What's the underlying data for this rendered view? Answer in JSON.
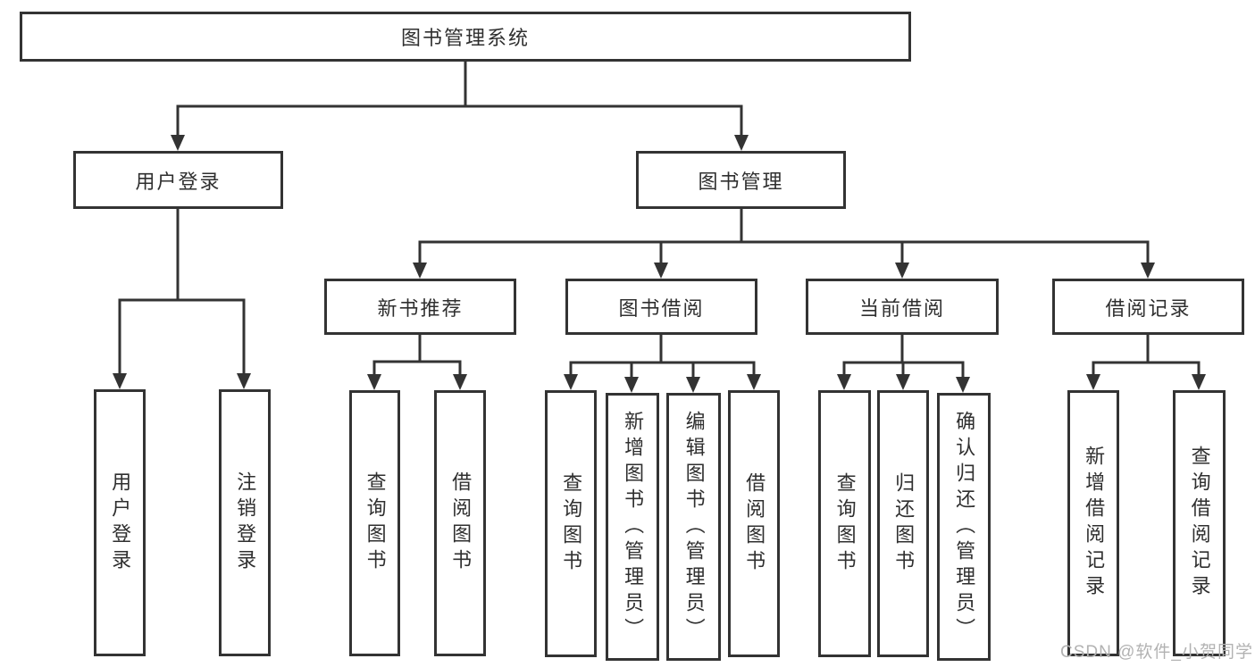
{
  "tree": {
    "root": "图书管理系统",
    "login": {
      "label": "用户登录",
      "children": [
        "用户登录",
        "注销登录"
      ]
    },
    "management": {
      "label": "图书管理",
      "modules": [
        {
          "label": "新书推荐",
          "children": [
            "查询图书",
            "借阅图书"
          ]
        },
        {
          "label": "图书借阅",
          "children": [
            "查询图书",
            "新增图书（管理员）",
            "编辑图书（管理员）",
            "借阅图书"
          ]
        },
        {
          "label": "当前借阅",
          "children": [
            "查询图书",
            "归还图书",
            "确认归还（管理员）"
          ]
        },
        {
          "label": "借阅记录",
          "children": [
            "新增借阅记录",
            "查询借阅记录"
          ]
        }
      ]
    }
  },
  "watermark": "CSDN @软件_小贺同学",
  "colors": {
    "line": "#333333",
    "box_border": "#333333",
    "text": "#2f2f2f",
    "watermark": "#b2b2b2",
    "background": "#ffffff"
  }
}
